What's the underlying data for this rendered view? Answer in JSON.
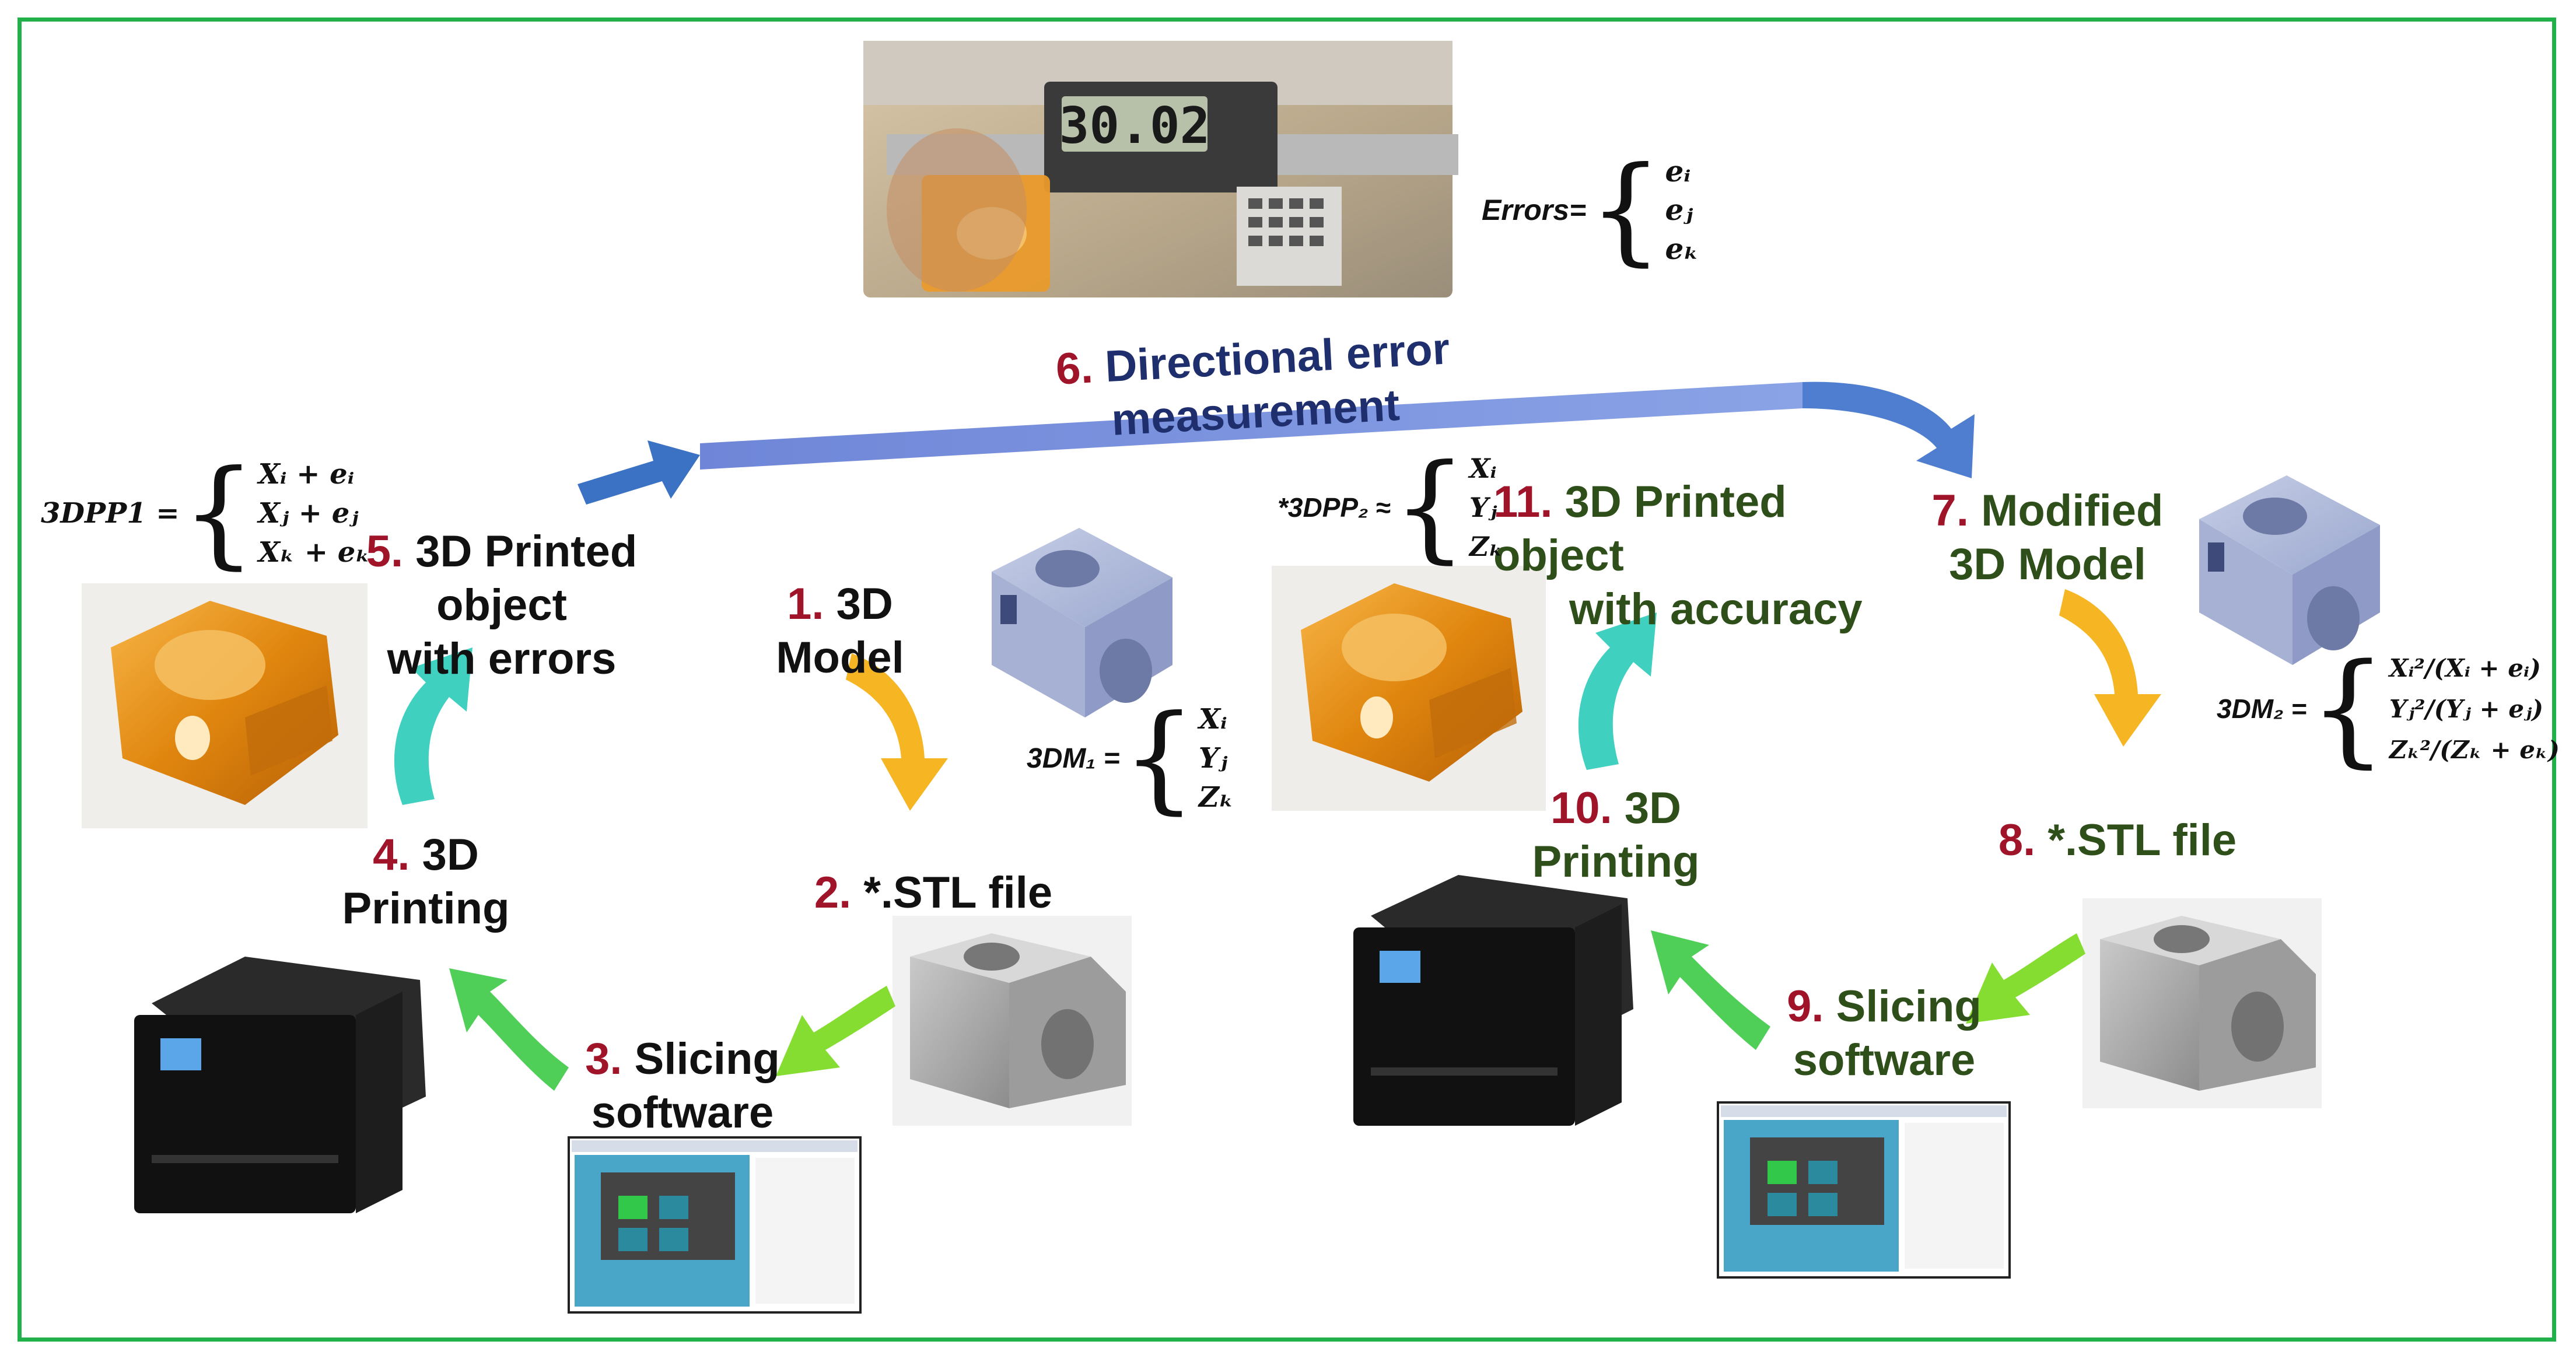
{
  "steps": {
    "s1": {
      "num": "1.",
      "text": "3D Model"
    },
    "s2": {
      "num": "2.",
      "text": "*.STL file"
    },
    "s3": {
      "num": "3.",
      "line1": "Slicing",
      "line2": "software"
    },
    "s4": {
      "num": "4.",
      "line1": "3D",
      "line2": "Printing"
    },
    "s5": {
      "num": "5.",
      "line1": "3D Printed object",
      "line2": "with errors"
    },
    "s6": {
      "num": "6.",
      "text": "Directional error measurement"
    },
    "s7": {
      "num": "7.",
      "line1": "Modified",
      "line2": "3D Model"
    },
    "s8": {
      "num": "8.",
      "text": "*.STL file"
    },
    "s9": {
      "num": "9.",
      "line1": "Slicing",
      "line2": "software"
    },
    "s10": {
      "num": "10.",
      "line1": "3D",
      "line2": "Printing"
    },
    "s11": {
      "num": "11.",
      "line1": "3D Printed object",
      "line2": "with accuracy"
    }
  },
  "equations": {
    "errors": {
      "lhs": "Errors=",
      "rows": [
        "eᵢ",
        "eⱼ",
        "eₖ"
      ]
    },
    "dpp1": {
      "lhs": "3DPP1 =",
      "rows": [
        "Xᵢ + eᵢ",
        "Xⱼ + eⱼ",
        "Xₖ + eₖ"
      ]
    },
    "dm1": {
      "lhs": "3DM₁ =",
      "rows": [
        "Xᵢ",
        "Yⱼ",
        "Zₖ"
      ]
    },
    "dpp2": {
      "lhs": "*3DPP₂ ≈",
      "rows": [
        "Xᵢ",
        "Yⱼ",
        "Zₖ"
      ]
    },
    "dm2": {
      "lhs": "3DM₂ =",
      "rows": [
        "Xᵢ²/(Xᵢ + eᵢ)",
        "Yⱼ²/(Yⱼ + eⱼ)",
        "Zₖ²/(Zₖ + eₖ)"
      ]
    }
  },
  "caliper_reading": "30.02",
  "colors": {
    "frame": "#22b04b",
    "step_number": "#a0142a",
    "main_arrow": "#7f95dd",
    "yellow_arrow": "#f6b623",
    "green_arrow": "#5fd24f",
    "teal_arrow": "#3fd0c0",
    "blue_arrow": "#3b72c4",
    "amber_part": "#e38c18"
  }
}
